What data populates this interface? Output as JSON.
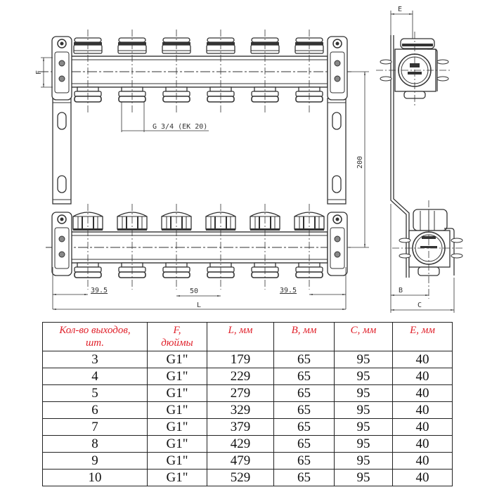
{
  "drawing": {
    "front_view": {
      "outlets_per_bar": 6,
      "thread_label": "G 3/4 (EK 20)",
      "dim_F": "F",
      "dim_height": "200",
      "dim_left_offset": "39.5",
      "dim_pitch": "50",
      "dim_right_offset": "39.5",
      "dim_length": "L"
    },
    "side_view": {
      "dim_E": "E",
      "dim_B": "B",
      "dim_C": "C"
    }
  },
  "table": {
    "headers": [
      {
        "line1": "Кол-во выходов,",
        "line2": "шт."
      },
      {
        "line1": "F,",
        "line2": "дюймы"
      },
      {
        "line1": "L, мм",
        "line2": ""
      },
      {
        "line1": "B, мм",
        "line2": ""
      },
      {
        "line1": "C, мм",
        "line2": ""
      },
      {
        "line1": "E, мм",
        "line2": ""
      }
    ],
    "rows": [
      [
        "3",
        "G1\"",
        "179",
        "65",
        "95",
        "40"
      ],
      [
        "4",
        "G1\"",
        "229",
        "65",
        "95",
        "40"
      ],
      [
        "5",
        "G1\"",
        "279",
        "65",
        "95",
        "40"
      ],
      [
        "6",
        "G1\"",
        "329",
        "65",
        "95",
        "40"
      ],
      [
        "7",
        "G1\"",
        "379",
        "65",
        "95",
        "40"
      ],
      [
        "8",
        "G1\"",
        "429",
        "65",
        "95",
        "40"
      ],
      [
        "9",
        "G1\"",
        "479",
        "65",
        "95",
        "40"
      ],
      [
        "10",
        "G1\"",
        "529",
        "65",
        "95",
        "40"
      ]
    ]
  },
  "colors": {
    "header_text": "#e0202a",
    "line": "#222222"
  }
}
